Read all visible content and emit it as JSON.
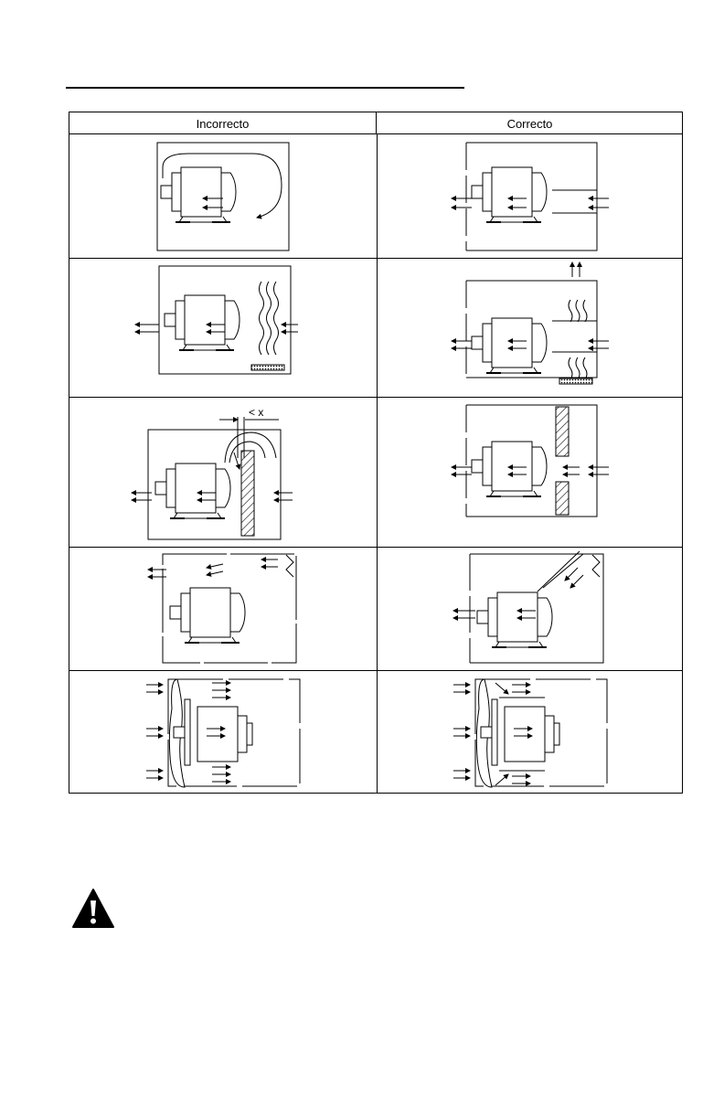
{
  "table": {
    "header_incorrect": "Incorrecto",
    "header_correct": "Correcto",
    "row3_distance_label": "< x"
  },
  "icons": {
    "warning": "warning-triangle-icon"
  }
}
